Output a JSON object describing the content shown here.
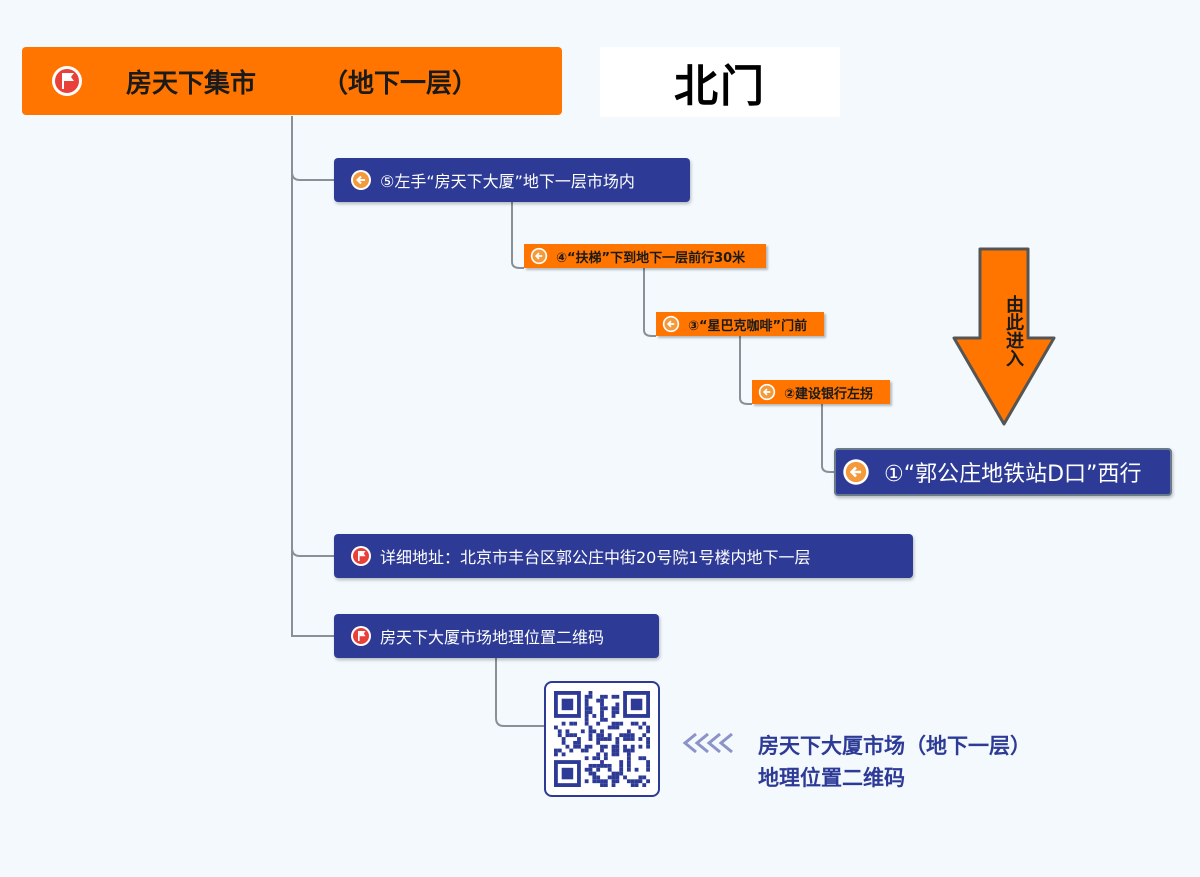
{
  "root": {
    "title": "房天下集市",
    "subtitle": "（地下一层）"
  },
  "north_label": "北门",
  "entry_arrow_label": "由此进入",
  "steps": [
    {
      "id": "step5",
      "text": "⑤左手“房天下大厦”地下一层市场内",
      "color": "#2e3b96"
    },
    {
      "id": "step4",
      "text": "④“扶梯”下到地下一层前行30米",
      "color": "#ff7500"
    },
    {
      "id": "step3",
      "text": "③“星巴克咖啡”门前",
      "color": "#ff7500"
    },
    {
      "id": "step2",
      "text": "②建设银行左拐",
      "color": "#ff7500"
    },
    {
      "id": "step1",
      "text": "①“郭公庄地铁站D口”西行",
      "color": "#2e3b96"
    }
  ],
  "address": "详细地址：北京市丰台区郭公庄中街20号院1号楼内地下一层",
  "qr_node_label": "房天下大厦市场地理位置二维码",
  "qr_caption": {
    "line1": "房天下大厦市场（地下一层）",
    "line2": "地理位置二维码"
  },
  "colors": {
    "blue": "#2e3b96",
    "orange": "#ff7500",
    "red": "#e8413a",
    "background": "#f3f9fd",
    "connector": "#8a8f98"
  }
}
